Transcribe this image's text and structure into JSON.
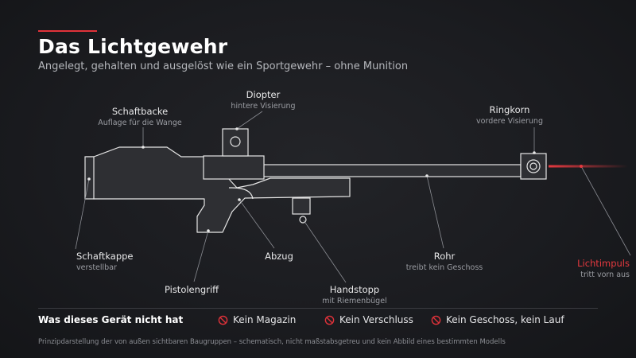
{
  "header": {
    "title": "Das Lichtgewehr",
    "subtitle": "Angelegt, gehalten und ausgelöst wie ein Sportgewehr – ohne Munition"
  },
  "colors": {
    "accent": "#e0323a",
    "outline": "#e6e6e6",
    "body_fill": "#2e2f33",
    "leader": "#8a8c92",
    "light_beam": "#e5393f"
  },
  "parts": [
    {
      "id": "schaftbacke",
      "name": "Schaftbacke",
      "description": "Auflage für die Wange"
    },
    {
      "id": "diopter",
      "name": "Diopter",
      "description": "hintere Visierung"
    },
    {
      "id": "ringkorn",
      "name": "Ringkorn",
      "description": "vordere Visierung"
    },
    {
      "id": "schaftkappe",
      "name": "Schaftkappe",
      "description": "verstellbar"
    },
    {
      "id": "abzug",
      "name": "Abzug",
      "description": ""
    },
    {
      "id": "pistolengriff",
      "name": "Pistolengriff",
      "description": ""
    },
    {
      "id": "handstopp",
      "name": "Handstopp",
      "description": "mit Riemenbügel"
    },
    {
      "id": "rohr",
      "name": "Rohr",
      "description": "treibt kein Geschoss"
    },
    {
      "id": "lichtimpuls",
      "name": "Lichtimpuls",
      "description": "tritt vorn aus"
    }
  ],
  "missing": {
    "heading": "Was dieses Gerät nicht hat",
    "items": [
      "Kein Magazin",
      "Kein Verschluss",
      "Kein Geschoss, kein Lauf"
    ],
    "icon": "prohibited-icon"
  },
  "footnote": "Prinzipdarstellung der von außen sichtbaren Baugruppen – schematisch, nicht maßstabsgetreu und kein Abbild eines bestimmten Modells"
}
